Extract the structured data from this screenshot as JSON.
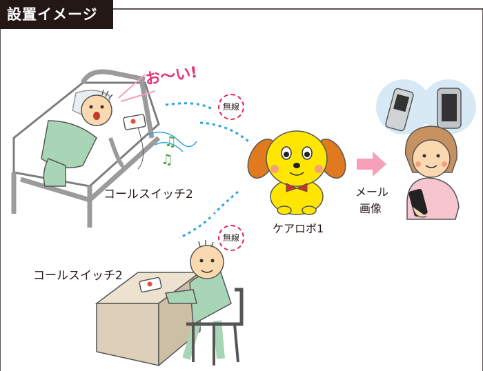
{
  "title": "設置イメージ",
  "shout": "お〜い!",
  "wireless_top": "無線",
  "wireless_bottom": "無線",
  "callswitch_bed": "コールスイッチ2",
  "callswitch_desk": "コールスイッチ2",
  "robot_label": "ケアロボ1",
  "notify_line1": "メール",
  "notify_line2": "画像",
  "colors": {
    "accent_pink": "#f5a0b8",
    "robot_yellow": "#ffe600",
    "robot_ear": "#e07a1f",
    "wireless_ring": "#e61f4f",
    "signal": "#29a3e0"
  }
}
